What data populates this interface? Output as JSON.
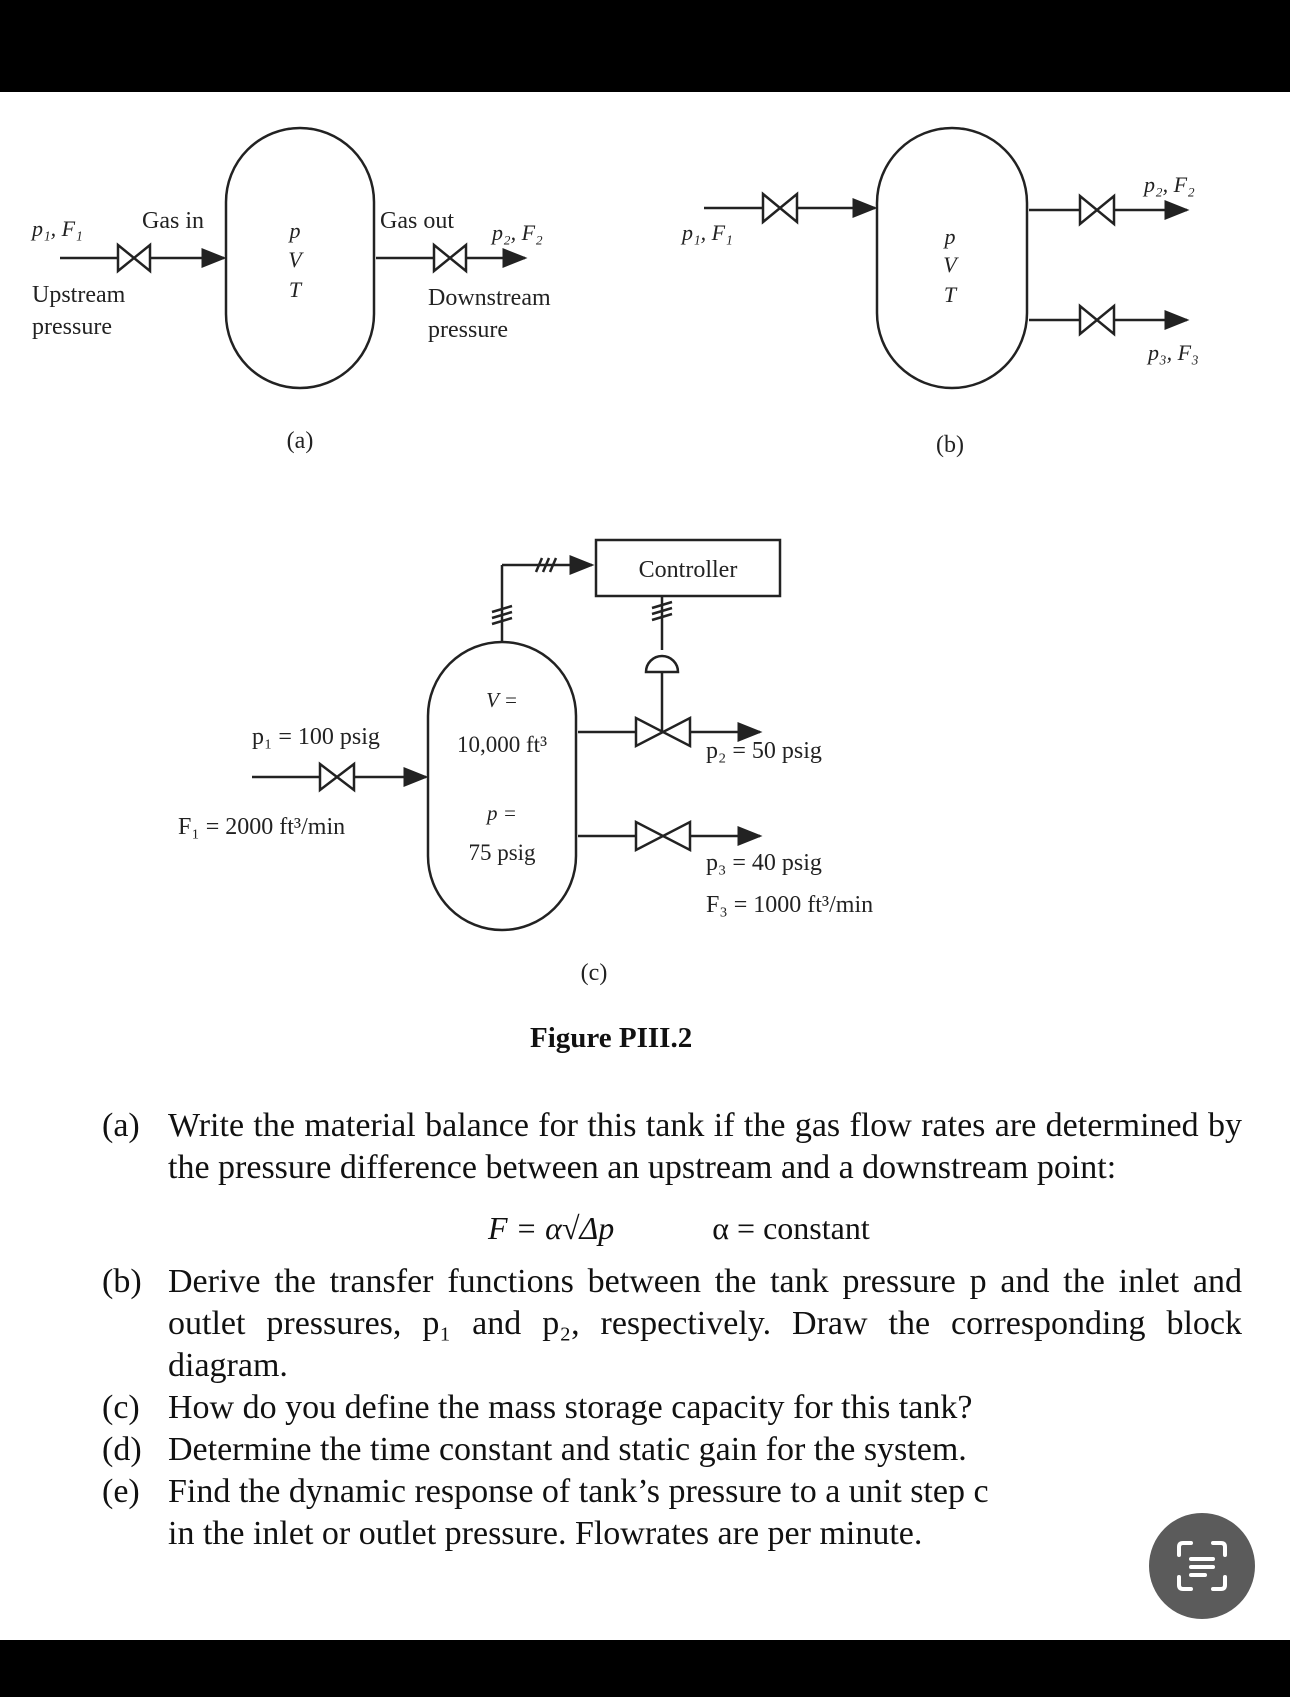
{
  "figure": {
    "a": {
      "inlet_label": "p₁, F₁",
      "gas_in": "Gas in",
      "upstream_1": "Upstream",
      "upstream_2": "pressure",
      "tank_p": "p",
      "tank_v": "V",
      "tank_t": "T",
      "gas_out": "Gas out",
      "outlet_label": "p₂, F₂",
      "downstream_1": "Downstream",
      "downstream_2": "pressure",
      "caption": "(a)"
    },
    "b": {
      "inlet_label": "p₁, F₁",
      "tank_p": "p",
      "tank_v": "V",
      "tank_t": "T",
      "outlet2_label": "p₂, F₂",
      "outlet3_label": "p₃, F₃",
      "caption": "(b)"
    },
    "c": {
      "controller": "Controller",
      "tank_v1": "V =",
      "tank_v2": "10,000 ft³",
      "tank_p1": "p =",
      "tank_p2": "75 psig",
      "p1": "p₁ = 100 psig",
      "f1": "F₁ = 2000 ft³/min",
      "p2": "p₂ = 50 psig",
      "p3": "p₃ = 40 psig",
      "f3": "F₃ = 1000 ft³/min",
      "caption": "(c)"
    },
    "title": "Figure PIII.2"
  },
  "questions": [
    {
      "label": "(a)",
      "text": "Write the material balance for this tank if the gas flow rates are determined by the pressure difference between an upstream and a downstream point:"
    },
    {
      "label": "(b)",
      "text": "Derive the transfer functions between the tank pressure p and the inlet and outlet pressures, p₁ and p₂, respectively. Draw the corresponding block diagram."
    },
    {
      "label": "(c)",
      "text": "How do you define the mass storage capacity for this tank?"
    },
    {
      "label": "(d)",
      "text": "Determine the time constant and static gain for the system."
    },
    {
      "label": "(e)",
      "text": "Find the dynamic response of tank’s pressure to a unit step c"
    },
    {
      "label": "",
      "text": "in the inlet or outlet pressure. Flowrates are per minute."
    }
  ],
  "formula": {
    "main": "F = α√Δp",
    "note": "α = constant"
  },
  "overlay": {
    "icon": "text-recognition-icon"
  }
}
